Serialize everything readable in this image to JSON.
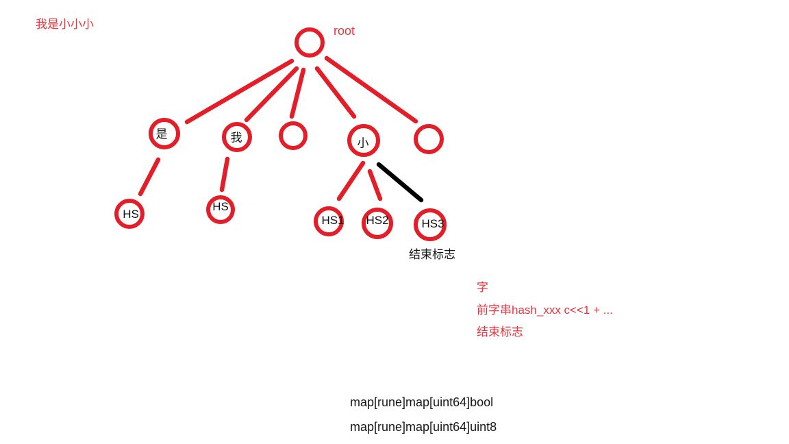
{
  "colors": {
    "ink_red": "#e31e28",
    "text_red": "#ea333c",
    "ink_black": "#000000",
    "text_black": "#161616",
    "background": "#ffffff"
  },
  "annotations": {
    "watermark": "我是小小小",
    "root_label": "root",
    "end_flag_label": "结束标志",
    "notes_red": [
      "字",
      "前字串hash_xxx c<<1 + ...",
      "结束标志"
    ],
    "code_lines": [
      "map[rune]map[uint64]bool",
      "map[rune]map[uint64]uint8"
    ]
  },
  "tree": {
    "root": {
      "label": ""
    },
    "level1_nodes": [
      {
        "label": "是"
      },
      {
        "label": "我"
      },
      {
        "label": ""
      },
      {
        "label": "小"
      },
      {
        "label": ""
      }
    ],
    "level2_nodes": [
      {
        "label": "HS"
      },
      {
        "label": "HS"
      },
      {
        "label": "HS1"
      },
      {
        "label": "HS2"
      },
      {
        "label": "HS3"
      }
    ]
  }
}
